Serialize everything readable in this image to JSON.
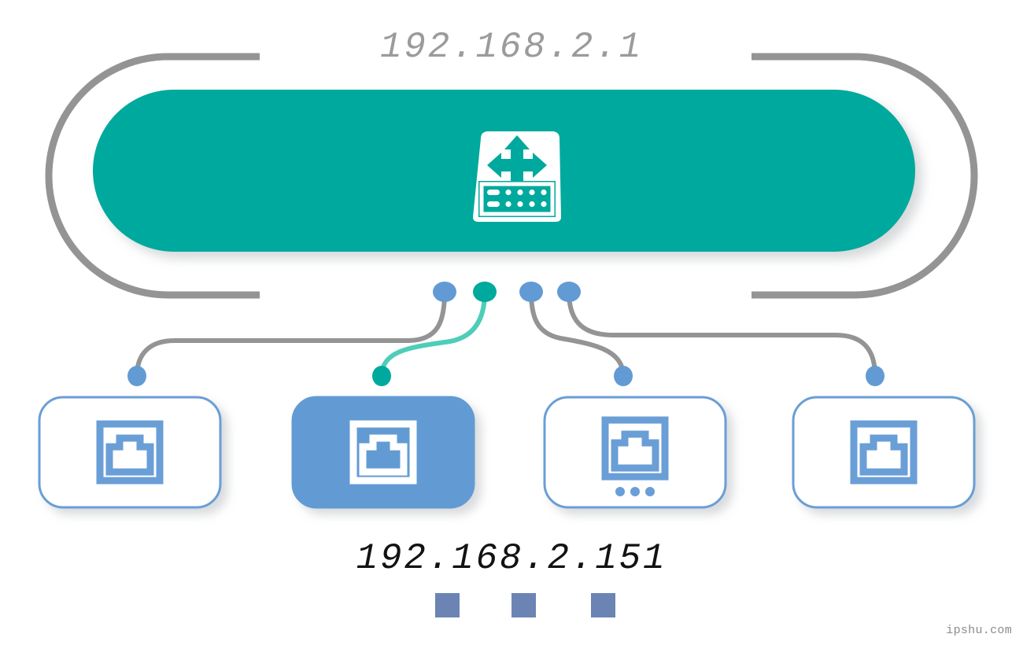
{
  "diagram": {
    "title_top": "192.168.2.1",
    "title_bottom": "192.168.2.151",
    "watermark": "ipshu.com",
    "colors": {
      "teal": "#00a99d",
      "teal_light": "#4ecdb8",
      "blue": "#629bd4",
      "blue_border": "#6a9ed6",
      "blue_square": "#6b84b4",
      "gray": "#949494",
      "gray_text": "#9b9b9b",
      "black_text": "#121212",
      "white": "#ffffff"
    },
    "router": {
      "label": "192.168.2.1",
      "icon": "router-icon",
      "bar_color": "#00a99d",
      "bracket_color": "#949494"
    },
    "uplink_ports": [
      {
        "name": "port-1",
        "color": "#629bd4",
        "active": "false"
      },
      {
        "name": "port-2",
        "color": "#00a99d",
        "active": "true"
      },
      {
        "name": "port-3",
        "color": "#629bd4",
        "active": "false"
      },
      {
        "name": "port-4",
        "color": "#629bd4",
        "active": "false"
      }
    ],
    "cables": [
      {
        "name": "cable-1",
        "color": "#949494",
        "active": "false"
      },
      {
        "name": "cable-2",
        "color": "#4ecdb8",
        "active": "true"
      },
      {
        "name": "cable-3",
        "color": "#949494",
        "active": "false"
      },
      {
        "name": "cable-4",
        "color": "#949494",
        "active": "false"
      }
    ],
    "endpoints": [
      {
        "name": "endpoint-dot-1",
        "color": "#629bd4"
      },
      {
        "name": "endpoint-dot-2",
        "color": "#00a99d"
      },
      {
        "name": "endpoint-dot-3",
        "color": "#629bd4"
      },
      {
        "name": "endpoint-dot-4",
        "color": "#629bd4"
      }
    ],
    "hosts": [
      {
        "name": "host-1",
        "icon": "ethernet-port-icon",
        "selected": "false",
        "has_ellipsis": "false",
        "fill": "#ffffff",
        "icon_color": "#6a9ed6"
      },
      {
        "name": "host-2",
        "icon": "ethernet-port-icon",
        "selected": "true",
        "has_ellipsis": "false",
        "fill": "#629bd4",
        "icon_color": "#ffffff",
        "label": "192.168.2.151"
      },
      {
        "name": "host-3",
        "icon": "ethernet-port-icon",
        "selected": "false",
        "has_ellipsis": "true",
        "fill": "#ffffff",
        "icon_color": "#6a9ed6"
      },
      {
        "name": "host-4",
        "icon": "ethernet-port-icon",
        "selected": "false",
        "has_ellipsis": "false",
        "fill": "#ffffff",
        "icon_color": "#6a9ed6"
      }
    ],
    "legend_squares": [
      {
        "name": "octet-square-1",
        "color": "#6b84b4"
      },
      {
        "name": "octet-square-2",
        "color": "#6b84b4"
      },
      {
        "name": "octet-square-3",
        "color": "#6b84b4"
      }
    ]
  }
}
